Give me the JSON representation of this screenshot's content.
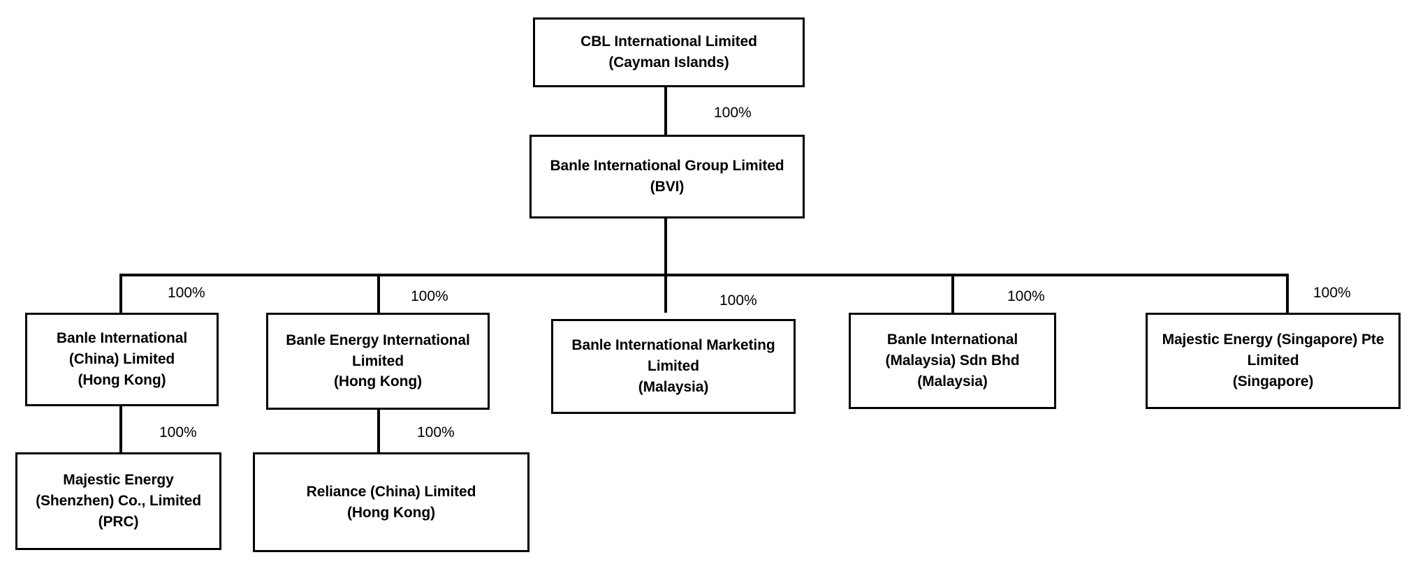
{
  "chart_data": {
    "type": "diagram",
    "subtype": "organizational-structure-chart",
    "title": "",
    "nodes": [
      {
        "id": "cbl",
        "name": "CBL International Limited",
        "jurisdiction": "(Cayman Islands)",
        "label": "CBL International Limited\n(Cayman Islands)",
        "level": 0
      },
      {
        "id": "banle-group",
        "name": "Banle International Group Limited",
        "jurisdiction": "(BVI)",
        "label": "Banle International Group Limited\n(BVI)",
        "level": 1
      },
      {
        "id": "banle-china",
        "name": "Banle International (China) Limited",
        "jurisdiction": "(Hong Kong)",
        "label": "Banle International\n(China) Limited\n(Hong Kong)",
        "level": 2
      },
      {
        "id": "banle-energy",
        "name": "Banle Energy International Limited",
        "jurisdiction": "(Hong Kong)",
        "label": "Banle Energy International\nLimited\n(Hong Kong)",
        "level": 2
      },
      {
        "id": "banle-marketing",
        "name": "Banle International Marketing Limited",
        "jurisdiction": "(Malaysia)",
        "label": "Banle International Marketing\nLimited\n(Malaysia)",
        "level": 2
      },
      {
        "id": "banle-malaysia",
        "name": "Banle International (Malaysia) Sdn Bhd",
        "jurisdiction": "(Malaysia)",
        "label": "Banle International\n(Malaysia) Sdn Bhd\n(Malaysia)",
        "level": 2
      },
      {
        "id": "majestic-singapore",
        "name": "Majestic Energy (Singapore) Pte Limited",
        "jurisdiction": "(Singapore)",
        "label": "Majestic Energy (Singapore) Pte\nLimited\n(Singapore)",
        "level": 2
      },
      {
        "id": "majestic-shenzhen",
        "name": "Majestic Energy (Shenzhen) Co., Limited",
        "jurisdiction": "(PRC)",
        "label": "Majestic Energy\n(Shenzhen) Co., Limited\n(PRC)",
        "level": 3
      },
      {
        "id": "reliance-china",
        "name": "Reliance (China) Limited",
        "jurisdiction": "(Hong Kong)",
        "label": "Reliance (China) Limited\n(Hong Kong)",
        "level": 3
      }
    ],
    "edges": [
      {
        "from": "cbl",
        "to": "banle-group",
        "label": "100%"
      },
      {
        "from": "banle-group",
        "to": "banle-china",
        "label": "100%"
      },
      {
        "from": "banle-group",
        "to": "banle-energy",
        "label": "100%"
      },
      {
        "from": "banle-group",
        "to": "banle-marketing",
        "label": "100%"
      },
      {
        "from": "banle-group",
        "to": "banle-malaysia",
        "label": "100%"
      },
      {
        "from": "banle-group",
        "to": "majestic-singapore",
        "label": "100%"
      },
      {
        "from": "banle-china",
        "to": "majestic-shenzhen",
        "label": "100%"
      },
      {
        "from": "banle-energy",
        "to": "reliance-china",
        "label": "100%"
      }
    ],
    "colors": {
      "line": "#000000",
      "box_border": "#000000",
      "box_fill": "#ffffff",
      "text": "#000000",
      "background": "#ffffff"
    }
  }
}
